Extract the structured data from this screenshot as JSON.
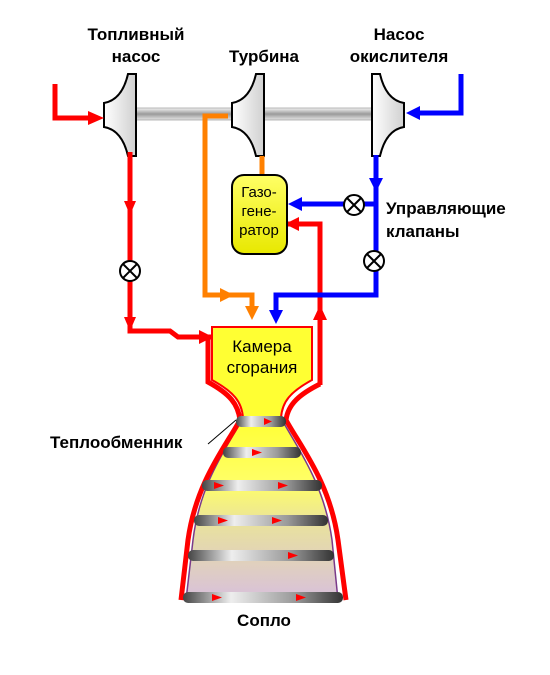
{
  "labels": {
    "fuel_pump": [
      "Топливный",
      "насос"
    ],
    "turbine": "Турбина",
    "oxidizer_pump": [
      "Насос",
      "окислителя"
    ],
    "control_valves": [
      "Управляющие",
      "клапаны"
    ],
    "heat_exchanger": "Теплообменник",
    "nozzle": "Сопло",
    "gas_generator": [
      "Газо-",
      "гене-",
      "ратор"
    ],
    "combustion_chamber": [
      "Камера",
      "сгорания"
    ]
  },
  "colors": {
    "fuel": "#ff0000",
    "oxidizer": "#0000ff",
    "turbine_gas": "#ff8000",
    "gas_generator_fill": "#ffff33",
    "chamber_fill": "#ffff33"
  },
  "icons": {
    "valve": "circle-cross-icon",
    "pump": "pump-impeller-icon",
    "flow_arrow": "arrowhead-icon"
  }
}
